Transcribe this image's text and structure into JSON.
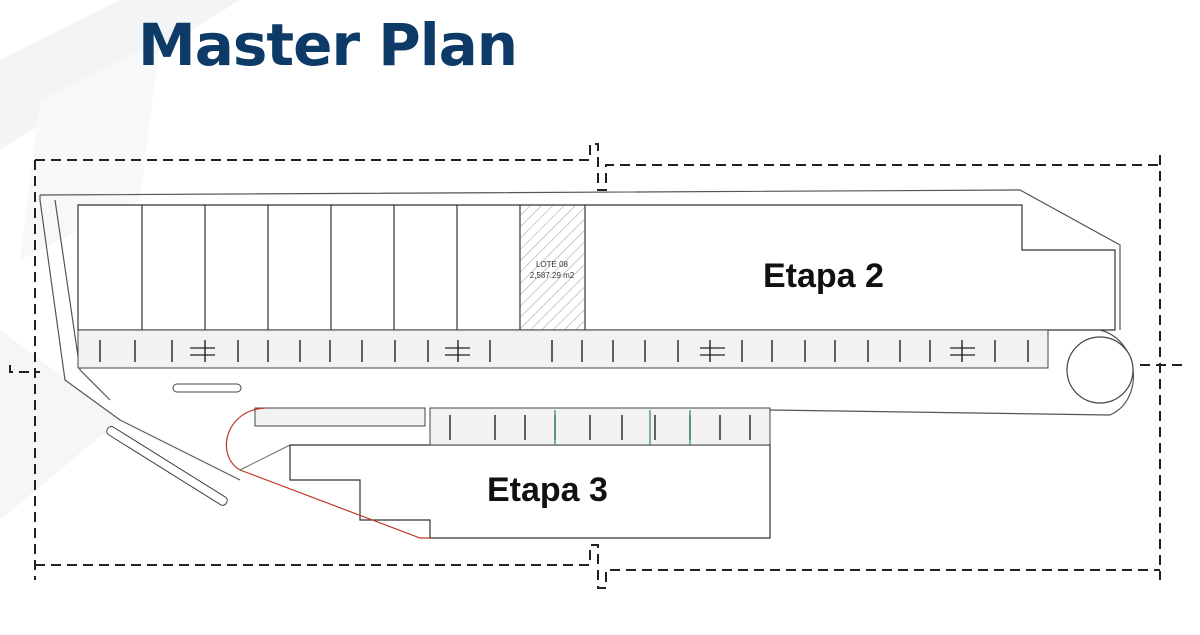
{
  "page": {
    "title": "Master Plan"
  },
  "plan": {
    "stages": [
      {
        "label": "Etapa 2"
      },
      {
        "label": "Etapa 3"
      }
    ],
    "lot": {
      "name": "LOTE 08",
      "area": "2,587.29 m2"
    }
  },
  "colors": {
    "title": "#0d3a66",
    "linework": "#444444",
    "boundary": "#222222",
    "accent_red": "#c0392b",
    "accent_green": "#2e8b57"
  }
}
